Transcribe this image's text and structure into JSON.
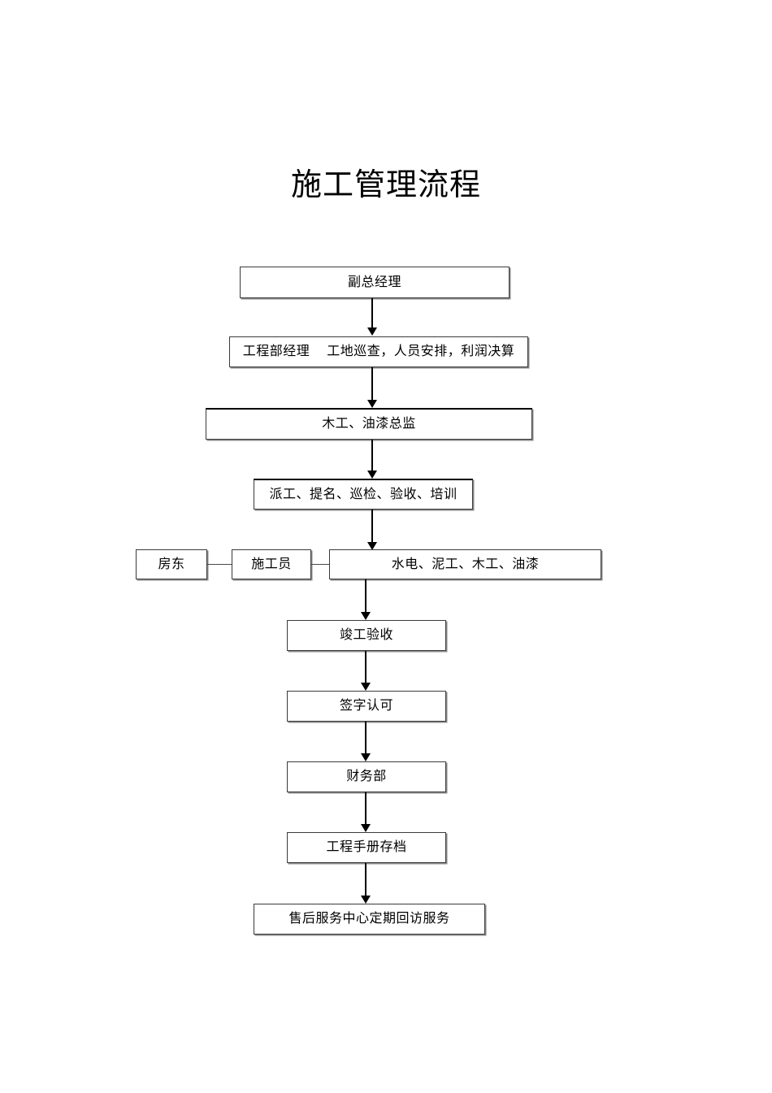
{
  "document": {
    "title": "施工管理流程"
  },
  "flow": {
    "nodes": [
      {
        "id": "deputy-general-manager",
        "label": "副总经理"
      },
      {
        "id": "engineering-dept-manager",
        "label": "工程部经理　 工地巡查，人员安排，利润决算"
      },
      {
        "id": "carpentry-paint-director",
        "label": "木工、油漆总监"
      },
      {
        "id": "dispatch-inspection-training",
        "label": "派工、提名、巡检、验收、培训"
      },
      {
        "id": "landlord",
        "label": "房东"
      },
      {
        "id": "construction-worker",
        "label": "施工员"
      },
      {
        "id": "trades",
        "label": "水电、泥工、木工、油漆"
      },
      {
        "id": "completion-acceptance",
        "label": "竣工验收"
      },
      {
        "id": "signature-approval",
        "label": "签字认可"
      },
      {
        "id": "finance-department",
        "label": "财务部"
      },
      {
        "id": "manual-archiving",
        "label": "工程手册存档"
      },
      {
        "id": "after-sales-followup",
        "label": "售后服务中心定期回访服务"
      }
    ]
  },
  "style": {
    "box_border_color": "#3a3a3a",
    "box_shadow_color": "#8a8a8a",
    "connector_color": "#000000",
    "page_background": "#ffffff",
    "text_color": "#000000"
  }
}
